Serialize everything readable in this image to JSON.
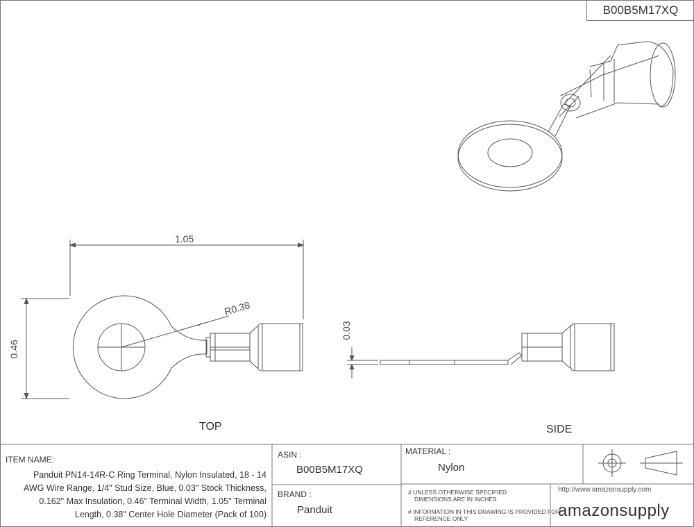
{
  "header": {
    "asin_box": "B00B5M17XQ"
  },
  "views": {
    "top_label": "TOP",
    "side_label": "SIDE"
  },
  "dimensions": {
    "length": "1.05",
    "width": "0.46",
    "radius": "R0.38",
    "thickness": "0.03"
  },
  "title_block": {
    "item_name_label": "ITEM NAME:",
    "item_name": "Panduit PN14-14R-C Ring Terminal, Nylon Insulated, 18 - 14 AWG Wire Range, 1/4\" Stud Size, Blue, 0.03\" Stock Thickness, 0.162\" Max Insulation, 0.46\" Terminal Width, 1.05\" Terminal Length, 0.38\" Center Hole Diameter (Pack of 100)",
    "asin_label": "ASIN :",
    "asin": "B00B5M17XQ",
    "brand_label": "BRAND :",
    "brand": "Panduit",
    "material_label": "MATERIAL :",
    "material": "Nylon",
    "note1_line1": "# UNLESS OTHERWISE SPECIFIED",
    "note1_line2": "DIMENSIONS ARE IN INCHES",
    "note2_line1": "# INFORMATION IN THIS DRAWING IS PROVIDED FOR",
    "note2_line2": "REFERENCE ONLY",
    "url": "http://www.amazonsupply.com",
    "logo_text": "amazonsupply"
  },
  "icons": [
    "projection-symbol-icon",
    "amazonsupply-logo"
  ]
}
